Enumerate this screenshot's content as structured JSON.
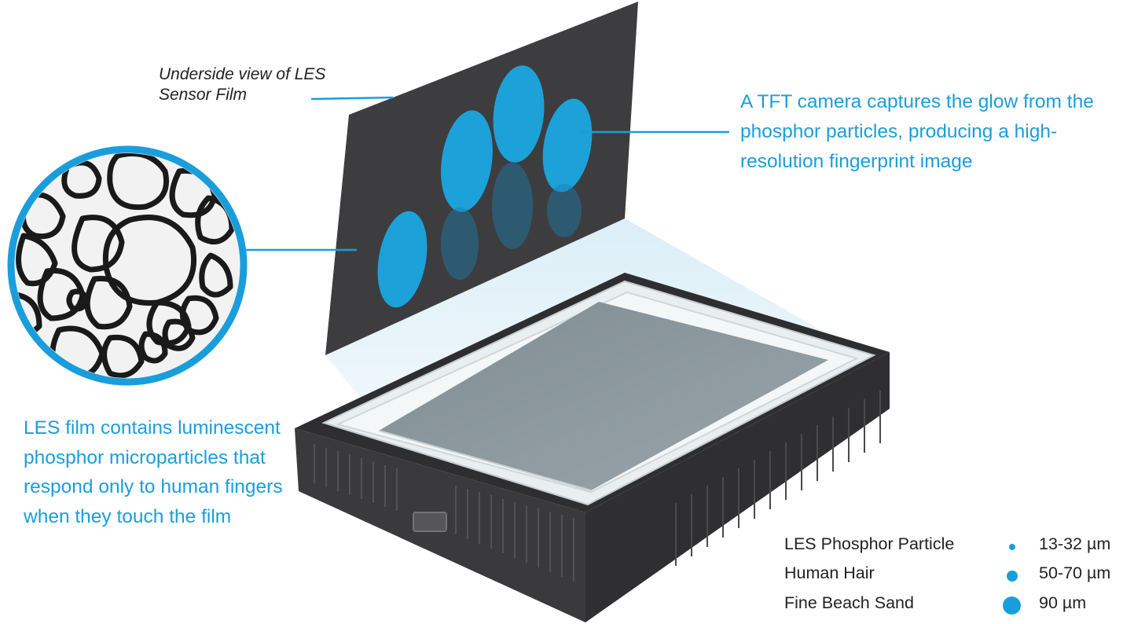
{
  "labels": {
    "underside_caption": "Underside view of LES Sensor Film",
    "tft_callout": "A TFT camera captures the glow from the phosphor particles, producing a high-resolution fingerprint image",
    "film_callout": "LES film contains luminescent phosphor microparticles that respond only to human fingers when they touch the film"
  },
  "legend": [
    {
      "name": "LES Phosphor Particle",
      "size": "13-32 µm",
      "dot": "small"
    },
    {
      "name": "Human Hair",
      "size": "50-70 µm",
      "dot": "medium"
    },
    {
      "name": "Fine Beach Sand",
      "size": "90 µm",
      "dot": "large"
    }
  ],
  "colors": {
    "accent_blue": "#1a9edb",
    "film_panel": "#3d3d3f",
    "device_body": "#3a3a3c",
    "sensor_glass": "#8a979d",
    "text_dark": "#222222"
  },
  "icons": {
    "magnifier": "particle-magnifier-circle",
    "device": "fingerprint-scanner-device"
  }
}
